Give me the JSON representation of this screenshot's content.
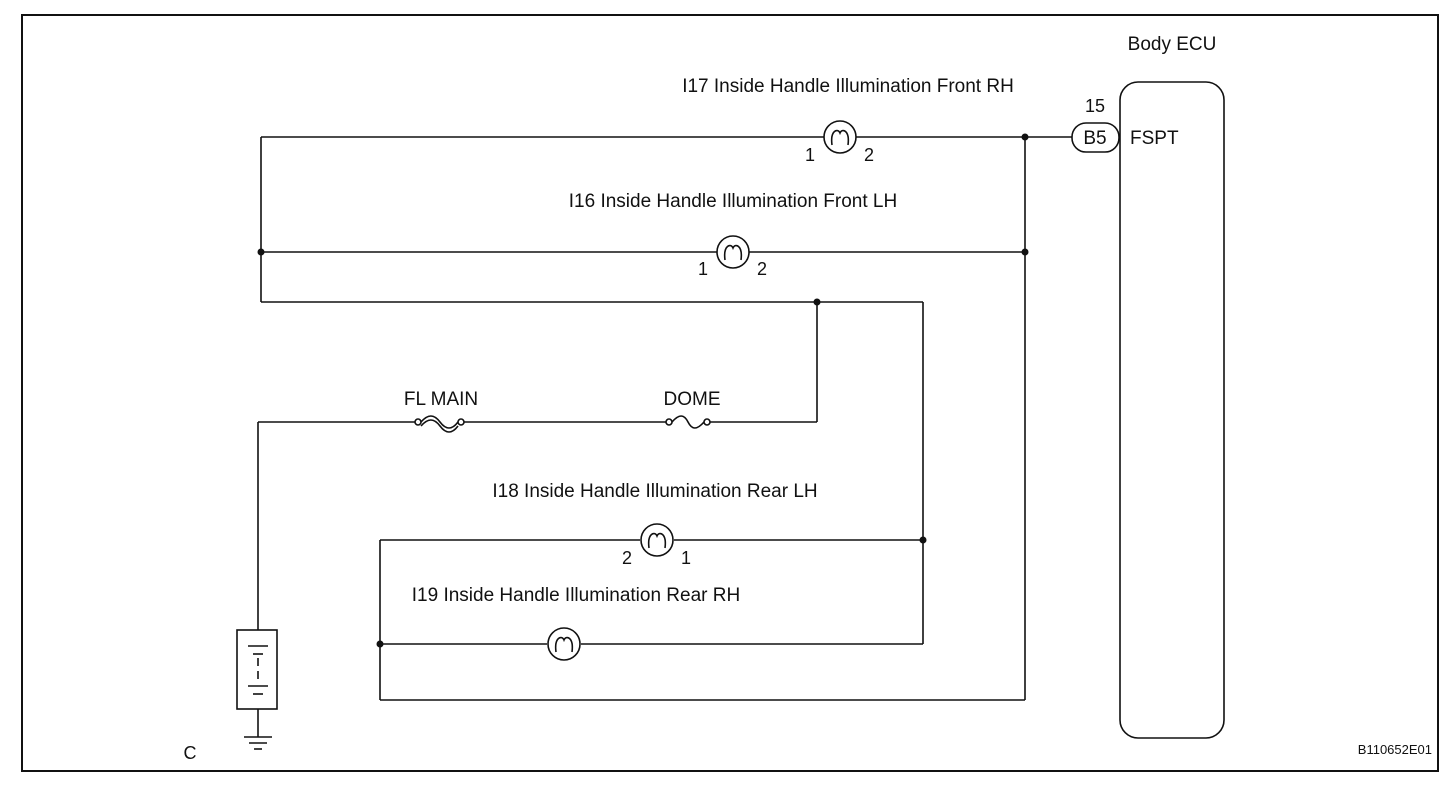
{
  "ecu": {
    "title": "Body ECU",
    "pin_number": "15",
    "connector": "B5",
    "terminal": "FSPT"
  },
  "lamps": {
    "i17": {
      "label": "I17 Inside Handle Illumination Front RH",
      "pin_a": "1",
      "pin_b": "2"
    },
    "i16": {
      "label": "I16 Inside Handle Illumination Front LH",
      "pin_a": "1",
      "pin_b": "2"
    },
    "i18": {
      "label": "I18 Inside Handle Illumination Rear LH",
      "pin_a": "2",
      "pin_b": "1"
    },
    "i19": {
      "label": "I19 Inside Handle Illumination Rear RH"
    }
  },
  "fuses": {
    "fl_main": "FL MAIN",
    "dome": "DOME"
  },
  "corner_label": "C",
  "figure_id": "B110652E01"
}
